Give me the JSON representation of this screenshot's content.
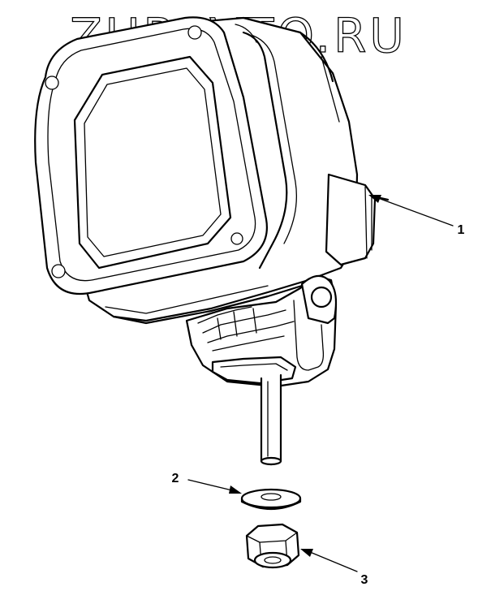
{
  "watermark": "ZURAVTO.RU",
  "callouts": [
    {
      "id": "1",
      "label": "1"
    },
    {
      "id": "2",
      "label": "2"
    },
    {
      "id": "3",
      "label": "3"
    }
  ],
  "icons": [
    "work-lamp",
    "mounting-bracket",
    "mounting-stud",
    "flat-washer",
    "hex-nut"
  ]
}
